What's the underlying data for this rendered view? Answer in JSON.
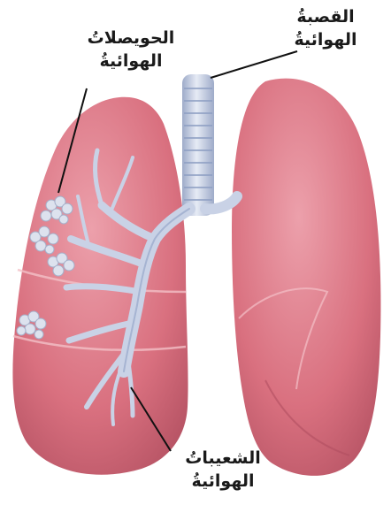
{
  "labels": {
    "alveoli": {
      "line1": "الحويصلاتُ",
      "line2": "الهوائيةُ"
    },
    "trachea": {
      "line1": "القصبةُ",
      "line2": "الهوائيةُ"
    },
    "bronchioles": {
      "line1": "الشعيباتُ",
      "line2": "الهوائيةُ"
    }
  },
  "colors": {
    "lung": "#d9707f",
    "lung_light": "#eca0ab",
    "lung_dark": "#b14f60",
    "lobe_line": "#f3c0c7",
    "airway": "#c9d2e6",
    "airway_dark": "#8fa0c4",
    "alveoli": "#dde2ee",
    "leader": "#111111"
  }
}
